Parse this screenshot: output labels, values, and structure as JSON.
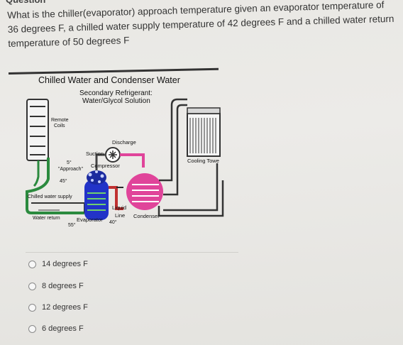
{
  "header": {
    "label": "Question"
  },
  "question": {
    "text": "What is the chiller(evaporator) approach temperature given an evaporator temperature of 36 degrees F, a chilled water supply temperature of 42 degrees F and a chilled water return temperature of 50 degrees F"
  },
  "diagram": {
    "title": "Chilled Water and Condenser Water",
    "subtitle_1": "Secondary Refrigerant:",
    "subtitle_2": "Water/Glycol Solution",
    "remote_coils_1": "Remote",
    "remote_coils_2": "Coils",
    "discharge": "Discharge",
    "suction": "Suction",
    "compressor": "Compressor",
    "cooling_tower": "Cooling Towe",
    "approach_value": "5°",
    "approach_label": "\"Approach\"",
    "temp_45": "45°",
    "chilled_water_supply": "Chilled water supply",
    "liquid": "Liquid",
    "line": "Line",
    "condenser": "Condenser",
    "water_return": "Water return",
    "evaporator": "Evaporator",
    "temp_55": "55°",
    "temp_40": "40°",
    "colors": {
      "evaporator": "#2233c8",
      "condenser": "#e0449a",
      "pipe_dark": "#2a2a2a"
    }
  },
  "options": [
    {
      "label": "14 degrees F"
    },
    {
      "label": "8 degrees F"
    },
    {
      "label": "12 degrees F"
    },
    {
      "label": "6 degrees F"
    }
  ]
}
